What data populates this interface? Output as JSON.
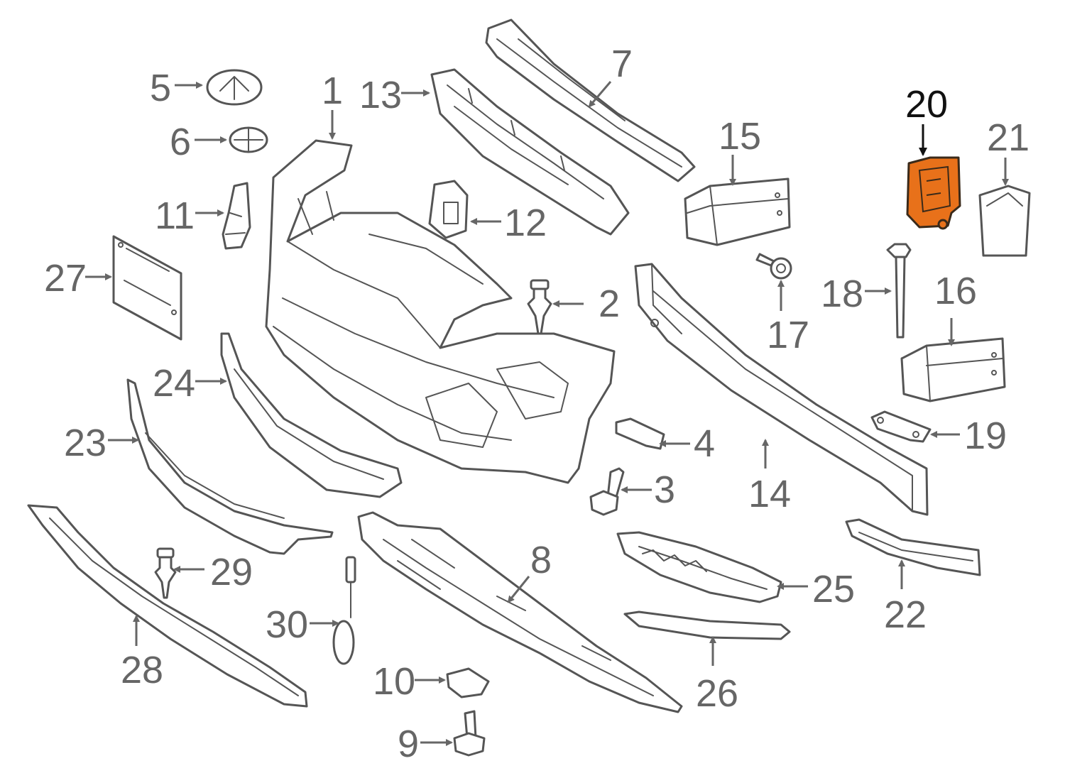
{
  "diagram": {
    "highlight_color": "#e8711a",
    "text_color": "#666666",
    "highlight_text_color": "#111111",
    "callouts": [
      {
        "id": "1",
        "label": "1"
      },
      {
        "id": "2",
        "label": "2"
      },
      {
        "id": "3",
        "label": "3"
      },
      {
        "id": "4",
        "label": "4"
      },
      {
        "id": "5",
        "label": "5"
      },
      {
        "id": "6",
        "label": "6"
      },
      {
        "id": "7",
        "label": "7"
      },
      {
        "id": "8",
        "label": "8"
      },
      {
        "id": "9",
        "label": "9"
      },
      {
        "id": "10",
        "label": "10"
      },
      {
        "id": "11",
        "label": "11"
      },
      {
        "id": "12",
        "label": "12"
      },
      {
        "id": "13",
        "label": "13"
      },
      {
        "id": "14",
        "label": "14"
      },
      {
        "id": "15",
        "label": "15"
      },
      {
        "id": "16",
        "label": "16"
      },
      {
        "id": "17",
        "label": "17"
      },
      {
        "id": "18",
        "label": "18"
      },
      {
        "id": "19",
        "label": "19"
      },
      {
        "id": "20",
        "label": "20",
        "highlighted": true
      },
      {
        "id": "21",
        "label": "21"
      },
      {
        "id": "22",
        "label": "22"
      },
      {
        "id": "23",
        "label": "23"
      },
      {
        "id": "24",
        "label": "24"
      },
      {
        "id": "25",
        "label": "25"
      },
      {
        "id": "26",
        "label": "26"
      },
      {
        "id": "27",
        "label": "27"
      },
      {
        "id": "28",
        "label": "28"
      },
      {
        "id": "29",
        "label": "29"
      },
      {
        "id": "30",
        "label": "30"
      }
    ]
  }
}
